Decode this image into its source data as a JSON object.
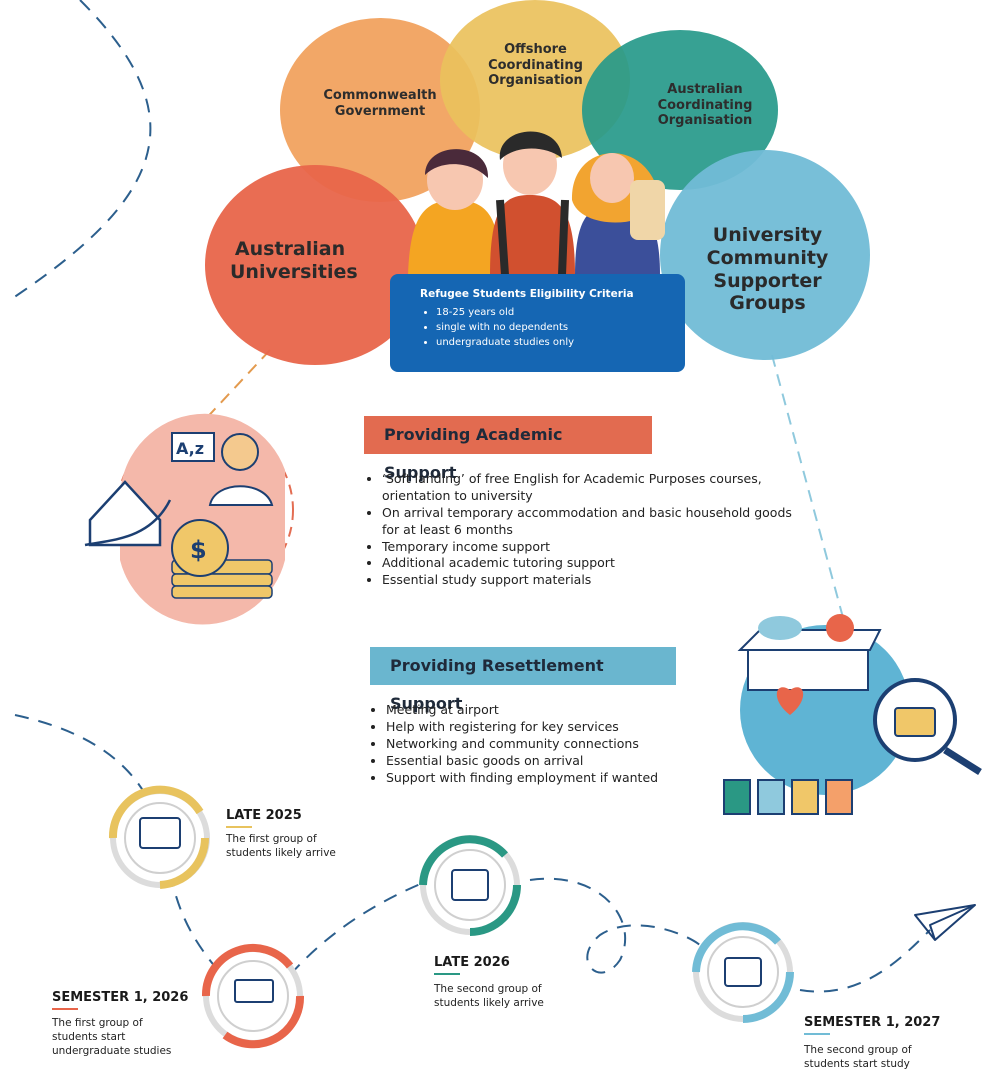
{
  "diagram": {
    "circles": {
      "commonwealth": "Commonwealth Government",
      "offshore": "Offshore Coordinating Organisation",
      "australian_coordinating": "Australian Coordinating Organisation",
      "universities": "Australian Universities",
      "community": "University Community Supporter Groups"
    },
    "criteria": {
      "title": "Refugee Students Eligibility Criteria",
      "items": [
        "18-25 years old",
        "single with no dependents",
        "undergraduate studies only"
      ]
    },
    "academic": {
      "heading": "Providing Academic Support",
      "items": [
        "‘Soft landing’ of free English for Academic Purposes courses, orientation to university",
        "On arrival temporary accommodation and basic household goods for at least 6 months",
        "Temporary income support",
        "Additional academic tutoring support",
        "Essential study support materials"
      ]
    },
    "resettlement": {
      "heading": "Providing Resettlement Support",
      "items": [
        "Meeting at airport",
        "Help with registering for key services",
        "Networking and community connections",
        "Essential basic goods on arrival",
        "Support with finding employment if wanted"
      ]
    },
    "timeline": [
      {
        "title": "LATE 2025",
        "desc": "The first group of students likely arrive"
      },
      {
        "title": "SEMESTER 1, 2026",
        "desc": "The first group of students start undergraduate studies"
      },
      {
        "title": "LATE 2026",
        "desc": "The second group of students likely arrive"
      },
      {
        "title": "SEMESTER 1, 2027",
        "desc": "The second group of students start study"
      }
    ],
    "icons": {
      "academic": "education-support-icon",
      "resettlement": "resettlement-support-icon",
      "late2025": "arrival-icon",
      "sem2026": "classroom-icon",
      "late2026": "traveller-icon",
      "sem2027": "study-icon",
      "plane": "paper-plane-icon"
    },
    "colors": {
      "orange": "#e8654a",
      "light_orange": "#f0a564",
      "yellow": "#e8c35e",
      "teal": "#2a9884",
      "light_blue": "#71bcd6",
      "blue": "#1566b3",
      "dash": "#2c5f8d"
    }
  }
}
